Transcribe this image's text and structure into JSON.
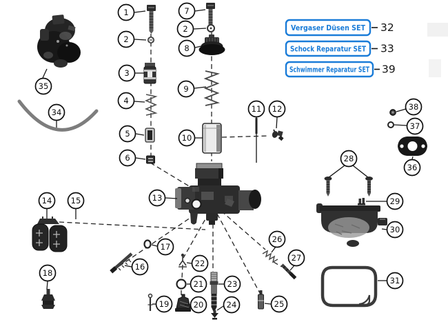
{
  "sets": [
    {
      "label": "Vergaser Düsen SET",
      "number": "32"
    },
    {
      "label": "Schock Reparatur SET",
      "number": "33"
    },
    {
      "label": "Schwimmer Reparatur SET",
      "number": "39"
    }
  ],
  "callouts": [
    {
      "number": "1"
    },
    {
      "number": "2"
    },
    {
      "number": "3"
    },
    {
      "number": "4"
    },
    {
      "number": "5"
    },
    {
      "number": "6"
    },
    {
      "number": "7"
    },
    {
      "number": "2"
    },
    {
      "number": "8"
    },
    {
      "number": "9"
    },
    {
      "number": "10"
    },
    {
      "number": "11"
    },
    {
      "number": "12"
    },
    {
      "number": "13"
    },
    {
      "number": "14"
    },
    {
      "number": "15"
    },
    {
      "number": "16"
    },
    {
      "number": "17"
    },
    {
      "number": "18"
    },
    {
      "number": "19"
    },
    {
      "number": "20"
    },
    {
      "number": "21"
    },
    {
      "number": "22"
    },
    {
      "number": "23"
    },
    {
      "number": "24"
    },
    {
      "number": "25"
    },
    {
      "number": "26"
    },
    {
      "number": "27"
    },
    {
      "number": "28"
    },
    {
      "number": "29"
    },
    {
      "number": "30"
    },
    {
      "number": "31"
    },
    {
      "number": "34"
    },
    {
      "number": "35"
    },
    {
      "number": "36"
    },
    {
      "number": "37"
    },
    {
      "number": "38"
    }
  ],
  "colors": {
    "set_blue": "#1a7cd8",
    "ink": "#111111"
  }
}
